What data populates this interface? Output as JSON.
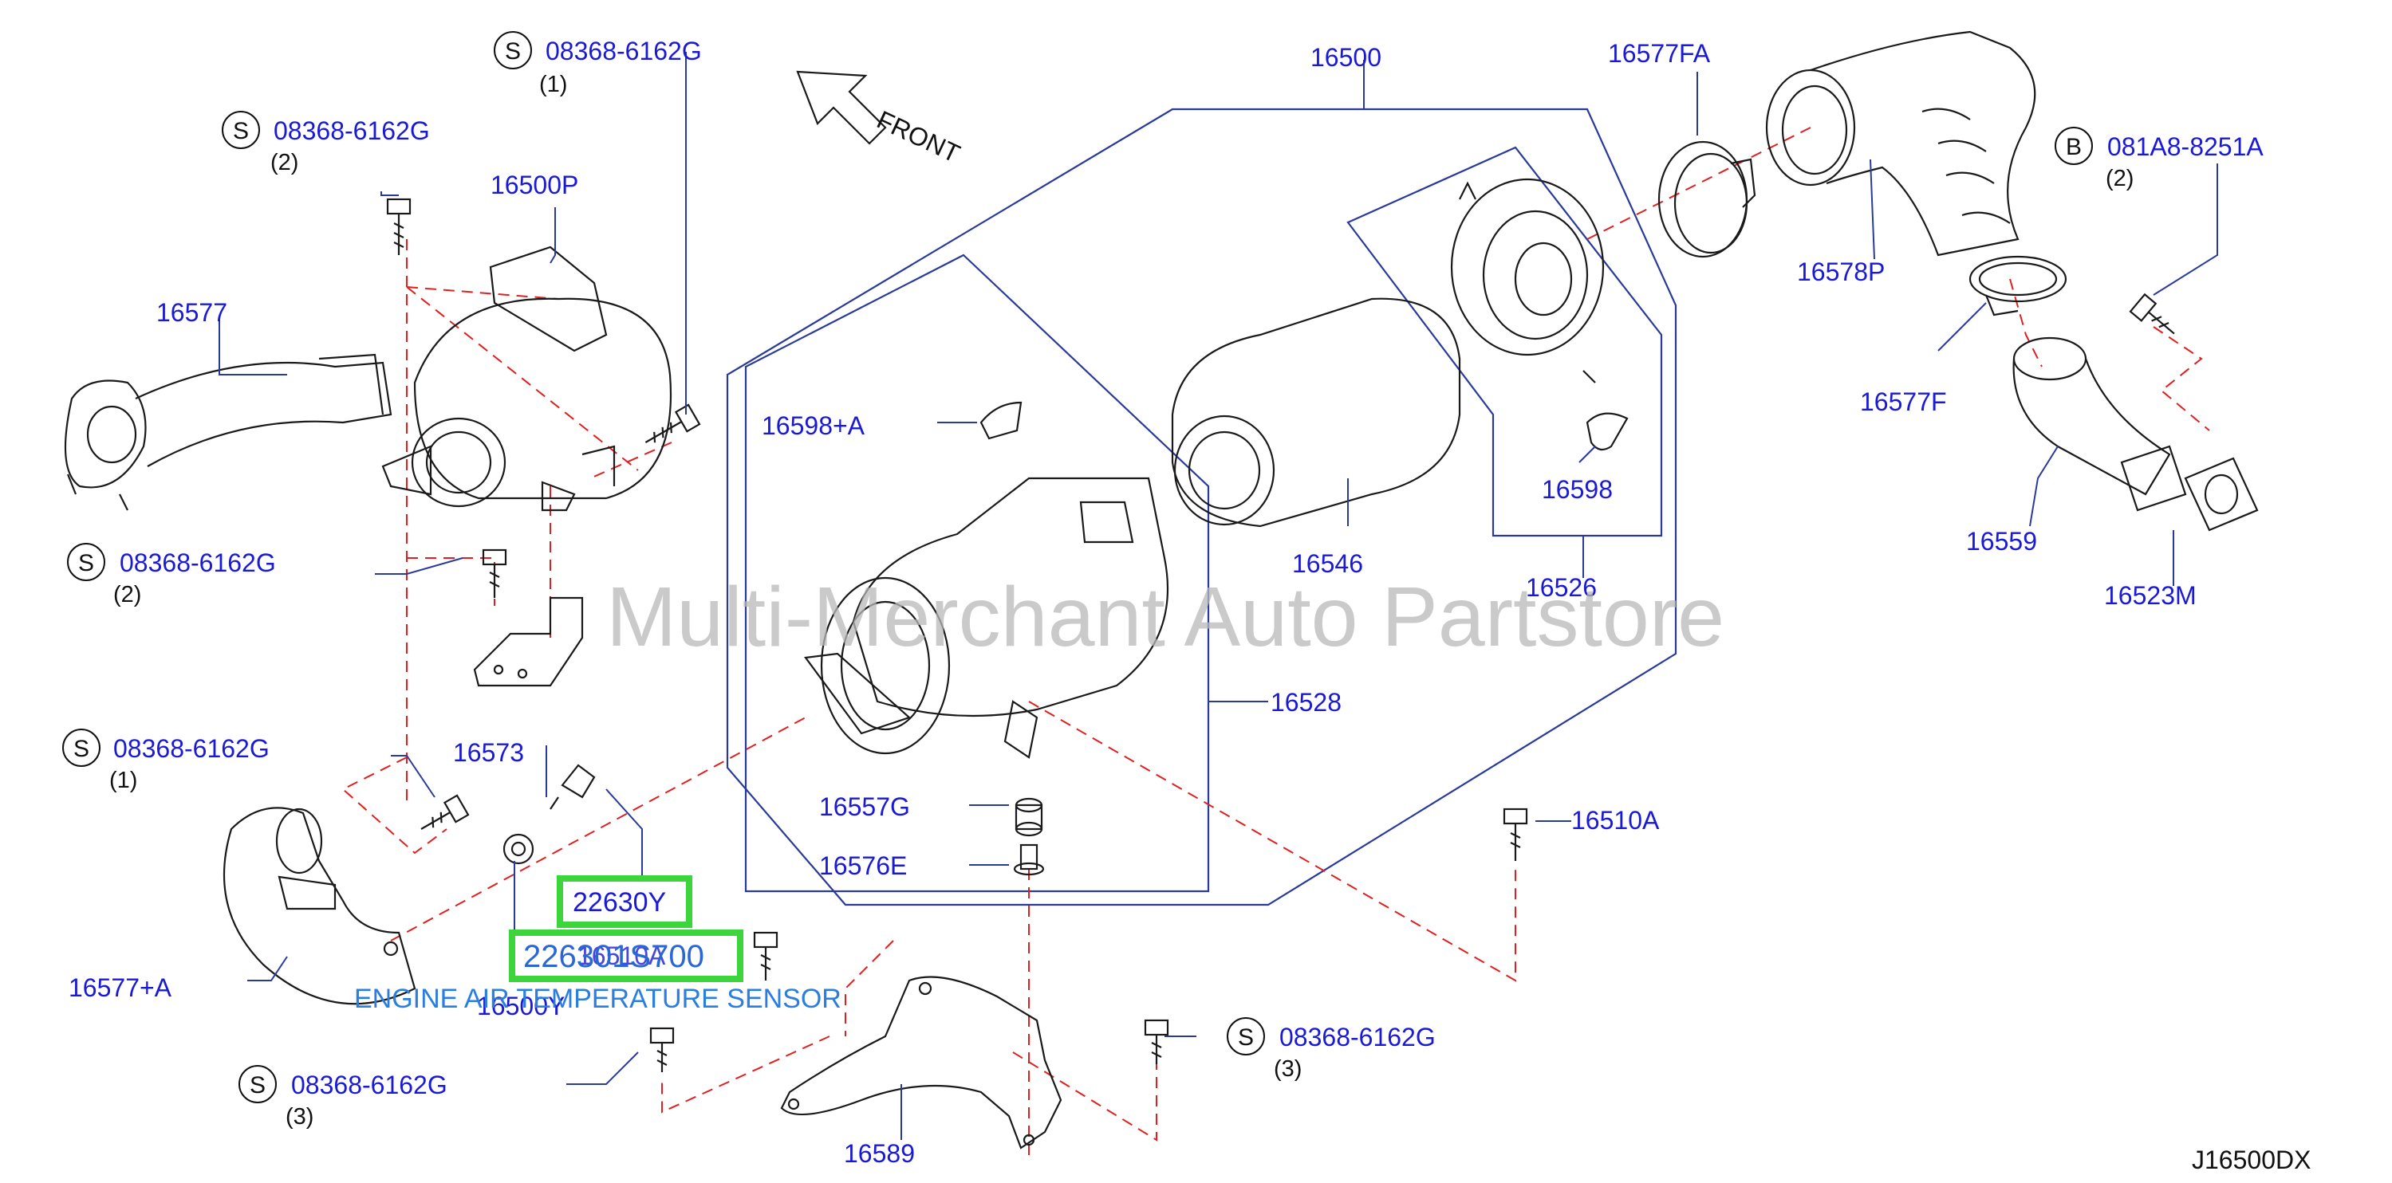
{
  "watermark": "Multi-Merchant Auto Partstore",
  "front_label": "FRONT",
  "diagram_code": "J16500DX",
  "symbol_s": "S",
  "symbol_b": "B",
  "sensor_label": "ENGINE AIR TEMPERATURE SENSOR",
  "parts": {
    "p16500": "16500",
    "p16577fa": "16577FA",
    "p16578p": "16578P",
    "p16577f": "16577F",
    "p16559": "16559",
    "p16523m": "16523M",
    "p16500p": "16500P",
    "p16577": "16577",
    "p16598a": "16598+A",
    "p16598": "16598",
    "p16546": "16546",
    "p16526": "16526",
    "p16528": "16528",
    "p16573": "16573",
    "p16557g": "16557G",
    "p16576e": "16576E",
    "p16510a": "16510A",
    "p16510a_b": "16510A",
    "p22630y": "22630Y",
    "p226301s700": "226301S700",
    "p16500y": "16500Y",
    "p16577a": "16577+A",
    "p16589": "16589"
  },
  "fasteners": {
    "f1": {
      "code": "08368-6162G",
      "qty": "(1)"
    },
    "f2": {
      "code": "08368-6162G",
      "qty": "(2)"
    },
    "f3": {
      "code": "08368-6162G",
      "qty": "(2)"
    },
    "f4": {
      "code": "08368-6162G",
      "qty": "(1)"
    },
    "f5": {
      "code": "08368-6162G",
      "qty": "(3)"
    },
    "f6": {
      "code": "08368-6162G",
      "qty": "(3)"
    },
    "f7": {
      "code": "081A8-8251A",
      "qty": "(2)"
    }
  },
  "colors": {
    "label_blue": "#1a1ad6",
    "leader_blue": "#2a3a9a",
    "guide_red": "#e02020",
    "highlight_green": "#3cd63c",
    "sensor_blue": "#2a7ee0",
    "watermark_gray": "#b8b8b8"
  }
}
